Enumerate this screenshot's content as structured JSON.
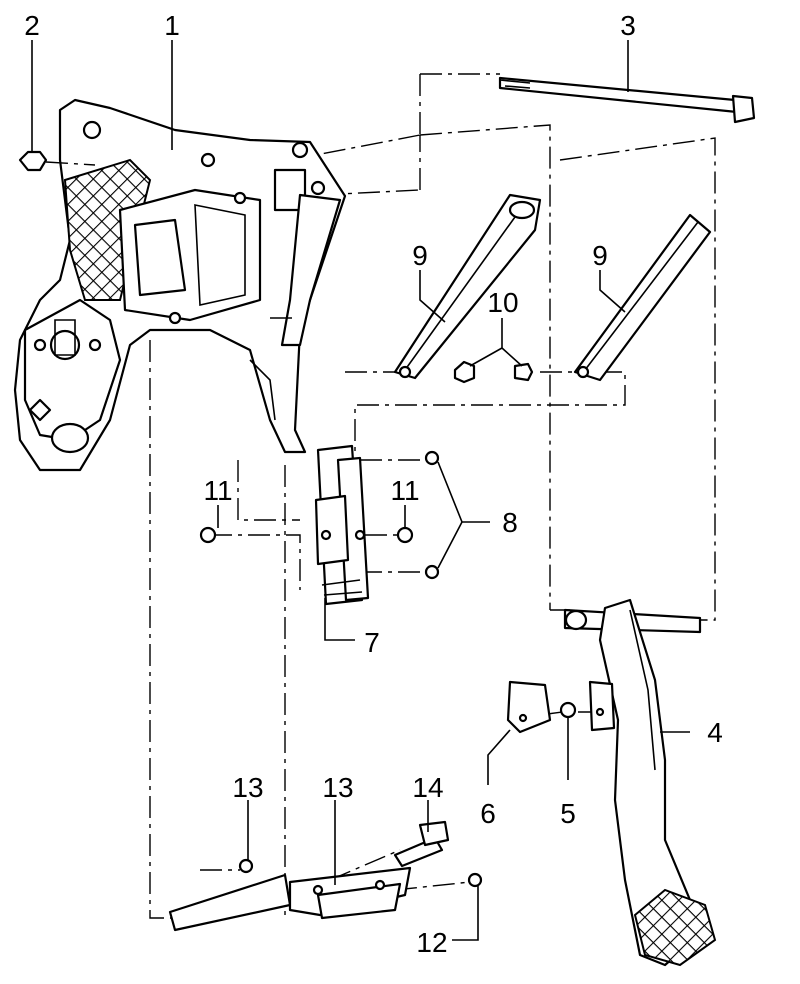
{
  "diagram": {
    "callouts": [
      {
        "id": "c1",
        "text": "1"
      },
      {
        "id": "c2",
        "text": "2"
      },
      {
        "id": "c3",
        "text": "3"
      },
      {
        "id": "c4",
        "text": "4"
      },
      {
        "id": "c5",
        "text": "5"
      },
      {
        "id": "c6",
        "text": "6"
      },
      {
        "id": "c7",
        "text": "7"
      },
      {
        "id": "c8",
        "text": "8"
      },
      {
        "id": "c9a",
        "text": "9"
      },
      {
        "id": "c9b",
        "text": "9"
      },
      {
        "id": "c10",
        "text": "10"
      },
      {
        "id": "c11a",
        "text": "11"
      },
      {
        "id": "c11b",
        "text": "11"
      },
      {
        "id": "c12",
        "text": "12"
      },
      {
        "id": "c13a",
        "text": "13"
      },
      {
        "id": "c13b",
        "text": "13"
      },
      {
        "id": "c14",
        "text": "14"
      }
    ]
  }
}
